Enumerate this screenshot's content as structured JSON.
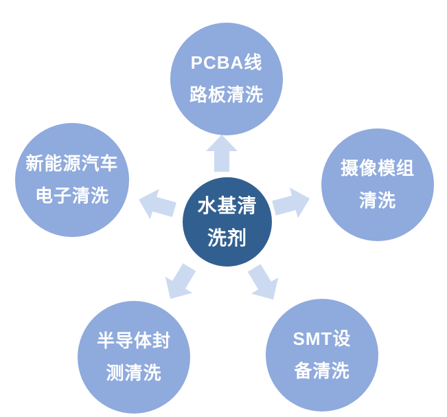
{
  "diagram": {
    "colors": {
      "background": "#ffffff",
      "center_circle": "#316090",
      "outer_circle": "#8FAADC",
      "arrow": "#CCDAF1",
      "text": "#ffffff"
    },
    "center": {
      "line1": "水基清",
      "line2": "洗剂"
    },
    "nodes": [
      {
        "id": "top",
        "line1": "PCBA线",
        "line2": "路板清洗"
      },
      {
        "id": "right",
        "line1": "摄像模组",
        "line2": "清洗"
      },
      {
        "id": "bottom-right",
        "line1": "SMT设",
        "line2": "备清洗"
      },
      {
        "id": "bottom-left",
        "line1": "半导体封",
        "line2": "测清洗"
      },
      {
        "id": "left",
        "line1": "新能源汽车",
        "line2": "电子清洗"
      }
    ],
    "arrows": [
      {
        "direction": "up"
      },
      {
        "direction": "up-right"
      },
      {
        "direction": "down-right"
      },
      {
        "direction": "down-left"
      },
      {
        "direction": "up-left"
      }
    ]
  }
}
